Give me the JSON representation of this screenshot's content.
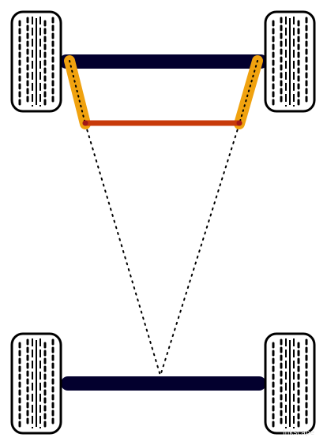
{
  "diagram": {
    "colors": {
      "background": "#ffffff",
      "axle": "#03002e",
      "steering_arm": "#f0a20f",
      "tie_rod": "#c83a0a",
      "pivot_dot": "#a01818",
      "tire_fill": "#ffffff",
      "tire_stroke": "#000000",
      "tread": "#000000",
      "guide_line": "#000000"
    },
    "components": {
      "front_axle": "front-axle",
      "rear_axle": "rear-axle",
      "tie_rod": "tie-rod",
      "steering_arms": [
        "left-steering-arm",
        "right-steering-arm"
      ],
      "wheels": [
        "front-left-wheel",
        "front-right-wheel",
        "rear-left-wheel",
        "rear-right-wheel"
      ],
      "guide_lines": [
        "left-ackermann-line",
        "right-ackermann-line"
      ]
    },
    "guide_line_style": "dotted",
    "watermark": "Inkscape"
  }
}
